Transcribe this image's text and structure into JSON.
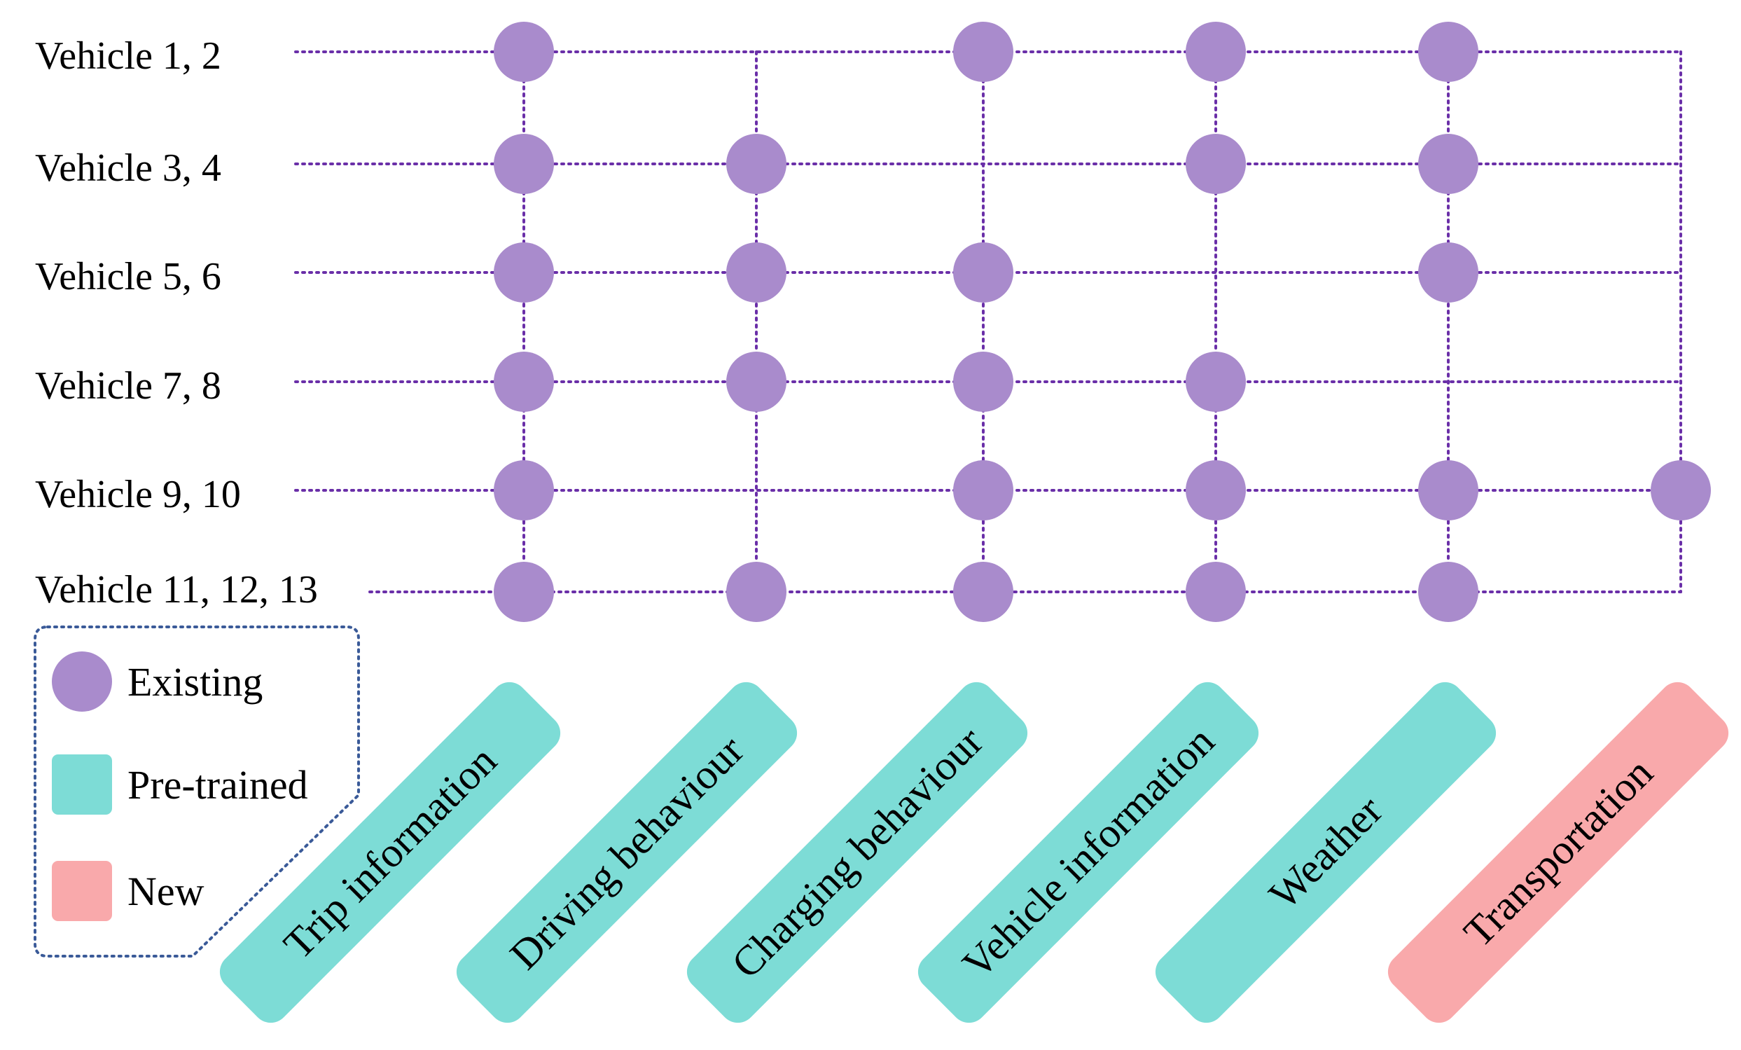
{
  "rows": [
    {
      "label": "Vehicle 1, 2",
      "marks": [
        0,
        2,
        3,
        4
      ]
    },
    {
      "label": "Vehicle 3, 4",
      "marks": [
        0,
        1,
        3,
        4
      ]
    },
    {
      "label": "Vehicle 5, 6",
      "marks": [
        0,
        1,
        2,
        4
      ]
    },
    {
      "label": "Vehicle 7, 8",
      "marks": [
        0,
        1,
        2,
        3
      ]
    },
    {
      "label": "Vehicle 9, 10",
      "marks": [
        0,
        2,
        3,
        4,
        5
      ]
    },
    {
      "label": "Vehicle 11, 12, 13",
      "marks": [
        0,
        1,
        2,
        3,
        4
      ]
    }
  ],
  "columns": [
    {
      "label": "Trip information",
      "kind": "pretrained"
    },
    {
      "label": "Driving behaviour",
      "kind": "pretrained"
    },
    {
      "label": "Charging behaviour",
      "kind": "pretrained"
    },
    {
      "label": "Vehicle information",
      "kind": "pretrained"
    },
    {
      "label": "Weather",
      "kind": "pretrained"
    },
    {
      "label": "Transportation",
      "kind": "new"
    }
  ],
  "legend": {
    "items": [
      {
        "label": "Existing",
        "kind": "existing"
      },
      {
        "label": "Pre-trained",
        "kind": "pretrained"
      },
      {
        "label": "New",
        "kind": "new"
      }
    ]
  },
  "colors": {
    "existing": "#a98bcc",
    "pretrained": "#7ddcd6",
    "new": "#f9a9ab",
    "grid": "#6a2fa8",
    "legend_border": "#3a5a98"
  }
}
